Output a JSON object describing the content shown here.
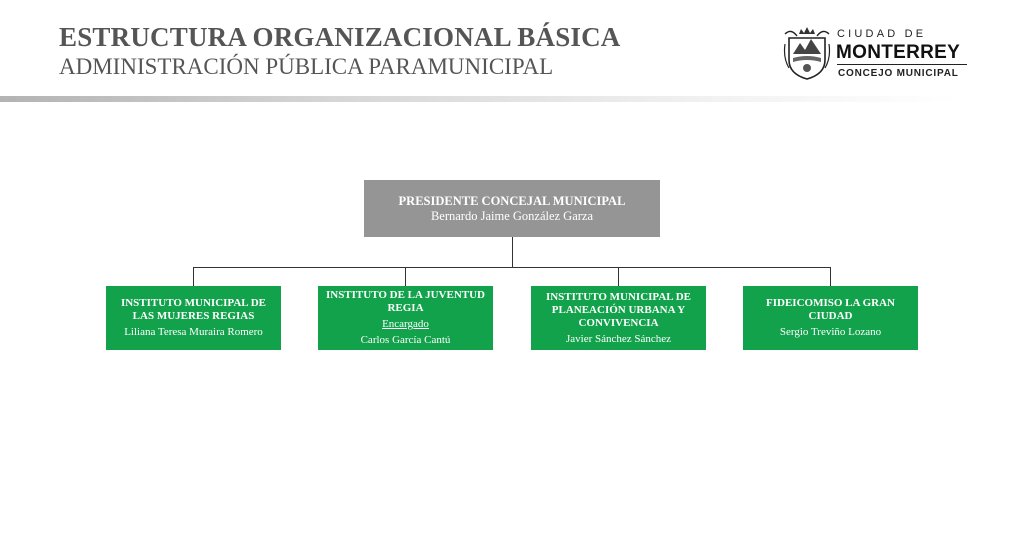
{
  "header": {
    "title": "ESTRUCTURA ORGANIZACIONAL BÁSICA",
    "subtitle": "ADMINISTRACIÓN PÚBLICA PARAMUNICIPAL"
  },
  "logo": {
    "line1": "CIUDAD DE",
    "line2": "MONTERREY",
    "line3": "CONCEJO MUNICIPAL"
  },
  "colors": {
    "top_box": "#959595",
    "child_box": "#12a24b",
    "title_text": "#555555",
    "connector": "#333333"
  },
  "org_chart": {
    "root": {
      "title": "PRESIDENTE CONCEJAL MUNICIPAL",
      "name": "Bernardo Jaime González Garza"
    },
    "children": [
      {
        "title": "INSTITUTO MUNICIPAL DE LAS MUJERES REGIAS",
        "role": "",
        "name": "Liliana Teresa Muraira Romero"
      },
      {
        "title": "INSTITUTO DE LA JUVENTUD REGIA",
        "role": "Encargado",
        "name": "Carlos García Cantú"
      },
      {
        "title": "INSTITUTO MUNICIPAL DE PLANEACIÓN URBANA Y CONVIVENCIA",
        "role": "",
        "name": "Javier Sánchez Sánchez"
      },
      {
        "title": "FIDEICOMISO LA GRAN CIUDAD",
        "role": "",
        "name": "Sergio Treviño Lozano"
      }
    ]
  }
}
